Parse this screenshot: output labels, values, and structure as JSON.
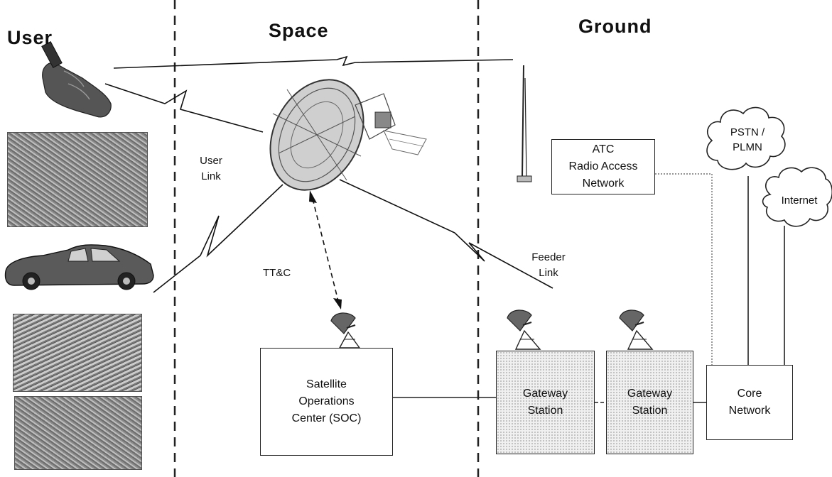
{
  "sections": {
    "user": "User",
    "space": "Space",
    "ground": "Ground"
  },
  "links": {
    "user_link_line1": "User",
    "user_link_line2": "Link",
    "feeder_link_line1": "Feeder",
    "feeder_link_line2": "Link",
    "ttc": "TT&C"
  },
  "boxes": {
    "atc_line1": "ATC",
    "atc_line2": "Radio Access",
    "atc_line3": "Network",
    "soc_line1": "Satellite",
    "soc_line2": "Operations",
    "soc_line3": "Center (SOC)",
    "gateway1_line1": "Gateway",
    "gateway1_line2": "Station",
    "gateway2_line1": "Gateway",
    "gateway2_line2": "Station",
    "core_line1": "Core",
    "core_line2": "Network"
  },
  "clouds": {
    "pstn_line1": "PSTN /",
    "pstn_line2": "PLMN",
    "internet": "Internet"
  }
}
